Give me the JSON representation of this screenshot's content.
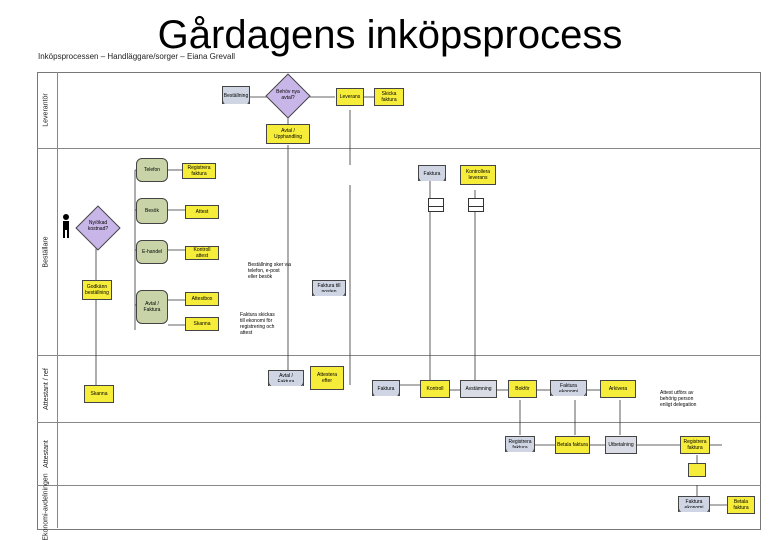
{
  "title": "Gårdagens inköpsprocess",
  "subtitle": "Inköpsprocessen – Handläggare/sorger – Eiana Grevall",
  "lanes": [
    "Leverantör",
    "Beställare",
    "Attestant / ref",
    "Attestant",
    "Ekonomi-avdelningen"
  ],
  "shapes": {
    "bestallning": "Beställning",
    "behov_diamond": "Behöv nya avtal?",
    "leverans": "Leverans",
    "skicka_faktura": "Skicka faktura",
    "avtalsbox": "Avtal / Upphandling",
    "telefon": "Telefon",
    "besok": "Besök",
    "e_handel": "E-handel",
    "bestallare_diamond": "Ny/ökad kostnad?",
    "godkann": "Godkänn beställning",
    "fakturabox": "Faktura",
    "kontrollera": "Kontrollera leverans",
    "fakturaposten": "Faktura till posten",
    "avtal_faktura": "Avtal / Faktura",
    "attest1": "Attest",
    "kontroll_attest": "Kontroll attest",
    "attestbox": "Attestbox",
    "skanna": "Skanna",
    "registrera": "Registrera faktura",
    "betala": "Betala faktura",
    "bokfor": "Bokför",
    "kontroll": "Kontroll",
    "attest_efter": "Attestera efter",
    "avstamning": "Avstämning",
    "arkivera": "Arkivera",
    "registrera2": "Registrera faktura",
    "faktura_ekonomi": "Faktura ekonomi",
    "utbetalning": "Utbetalning"
  },
  "notes": {
    "note_left": "Beställning sker via\ntelefon, e-post\neller besök",
    "note_mid": "Faktura skickas\ntill ekonomi för\nregistrering och\nattest",
    "note_right": "Attest utförs av\nbehörig person\nenligt delegation"
  }
}
